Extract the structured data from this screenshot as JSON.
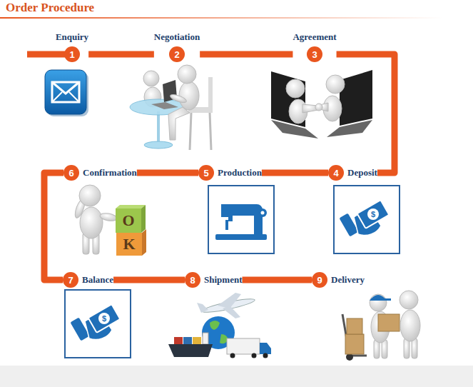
{
  "diagram": {
    "title": "Order Procedure",
    "nodes": [
      {
        "text": [
          "1",
          "Enquiry"
        ]
      },
      {
        "text": [
          "2",
          "Negotiation"
        ]
      },
      {
        "text": [
          "3",
          "Agreement"
        ]
      },
      {
        "text": [
          "4",
          "Deposit"
        ]
      },
      {
        "text": [
          "5",
          "Production"
        ]
      },
      {
        "text": [
          "6",
          "Confirmation"
        ]
      },
      {
        "text": [
          "7",
          "Balance"
        ]
      },
      {
        "text": [
          "8",
          "Shipment"
        ]
      },
      {
        "text": [
          "9",
          "Delivery"
        ]
      }
    ],
    "edges": [
      {
        "from": 0,
        "to": 1,
        "arrow": "none"
      },
      {
        "from": 1,
        "to": 2,
        "arrow": "none"
      },
      {
        "from": 2,
        "to": 3,
        "arrow": "none"
      },
      {
        "from": 3,
        "to": 4,
        "arrow": "none"
      },
      {
        "from": 4,
        "to": 5,
        "arrow": "none"
      },
      {
        "from": 5,
        "to": 6,
        "arrow": "none"
      },
      {
        "from": 6,
        "to": 7,
        "arrow": "none"
      },
      {
        "from": 7,
        "to": 8,
        "arrow": "none"
      }
    ],
    "labels": [
      "$",
      "O",
      "K",
      "$"
    ]
  }
}
